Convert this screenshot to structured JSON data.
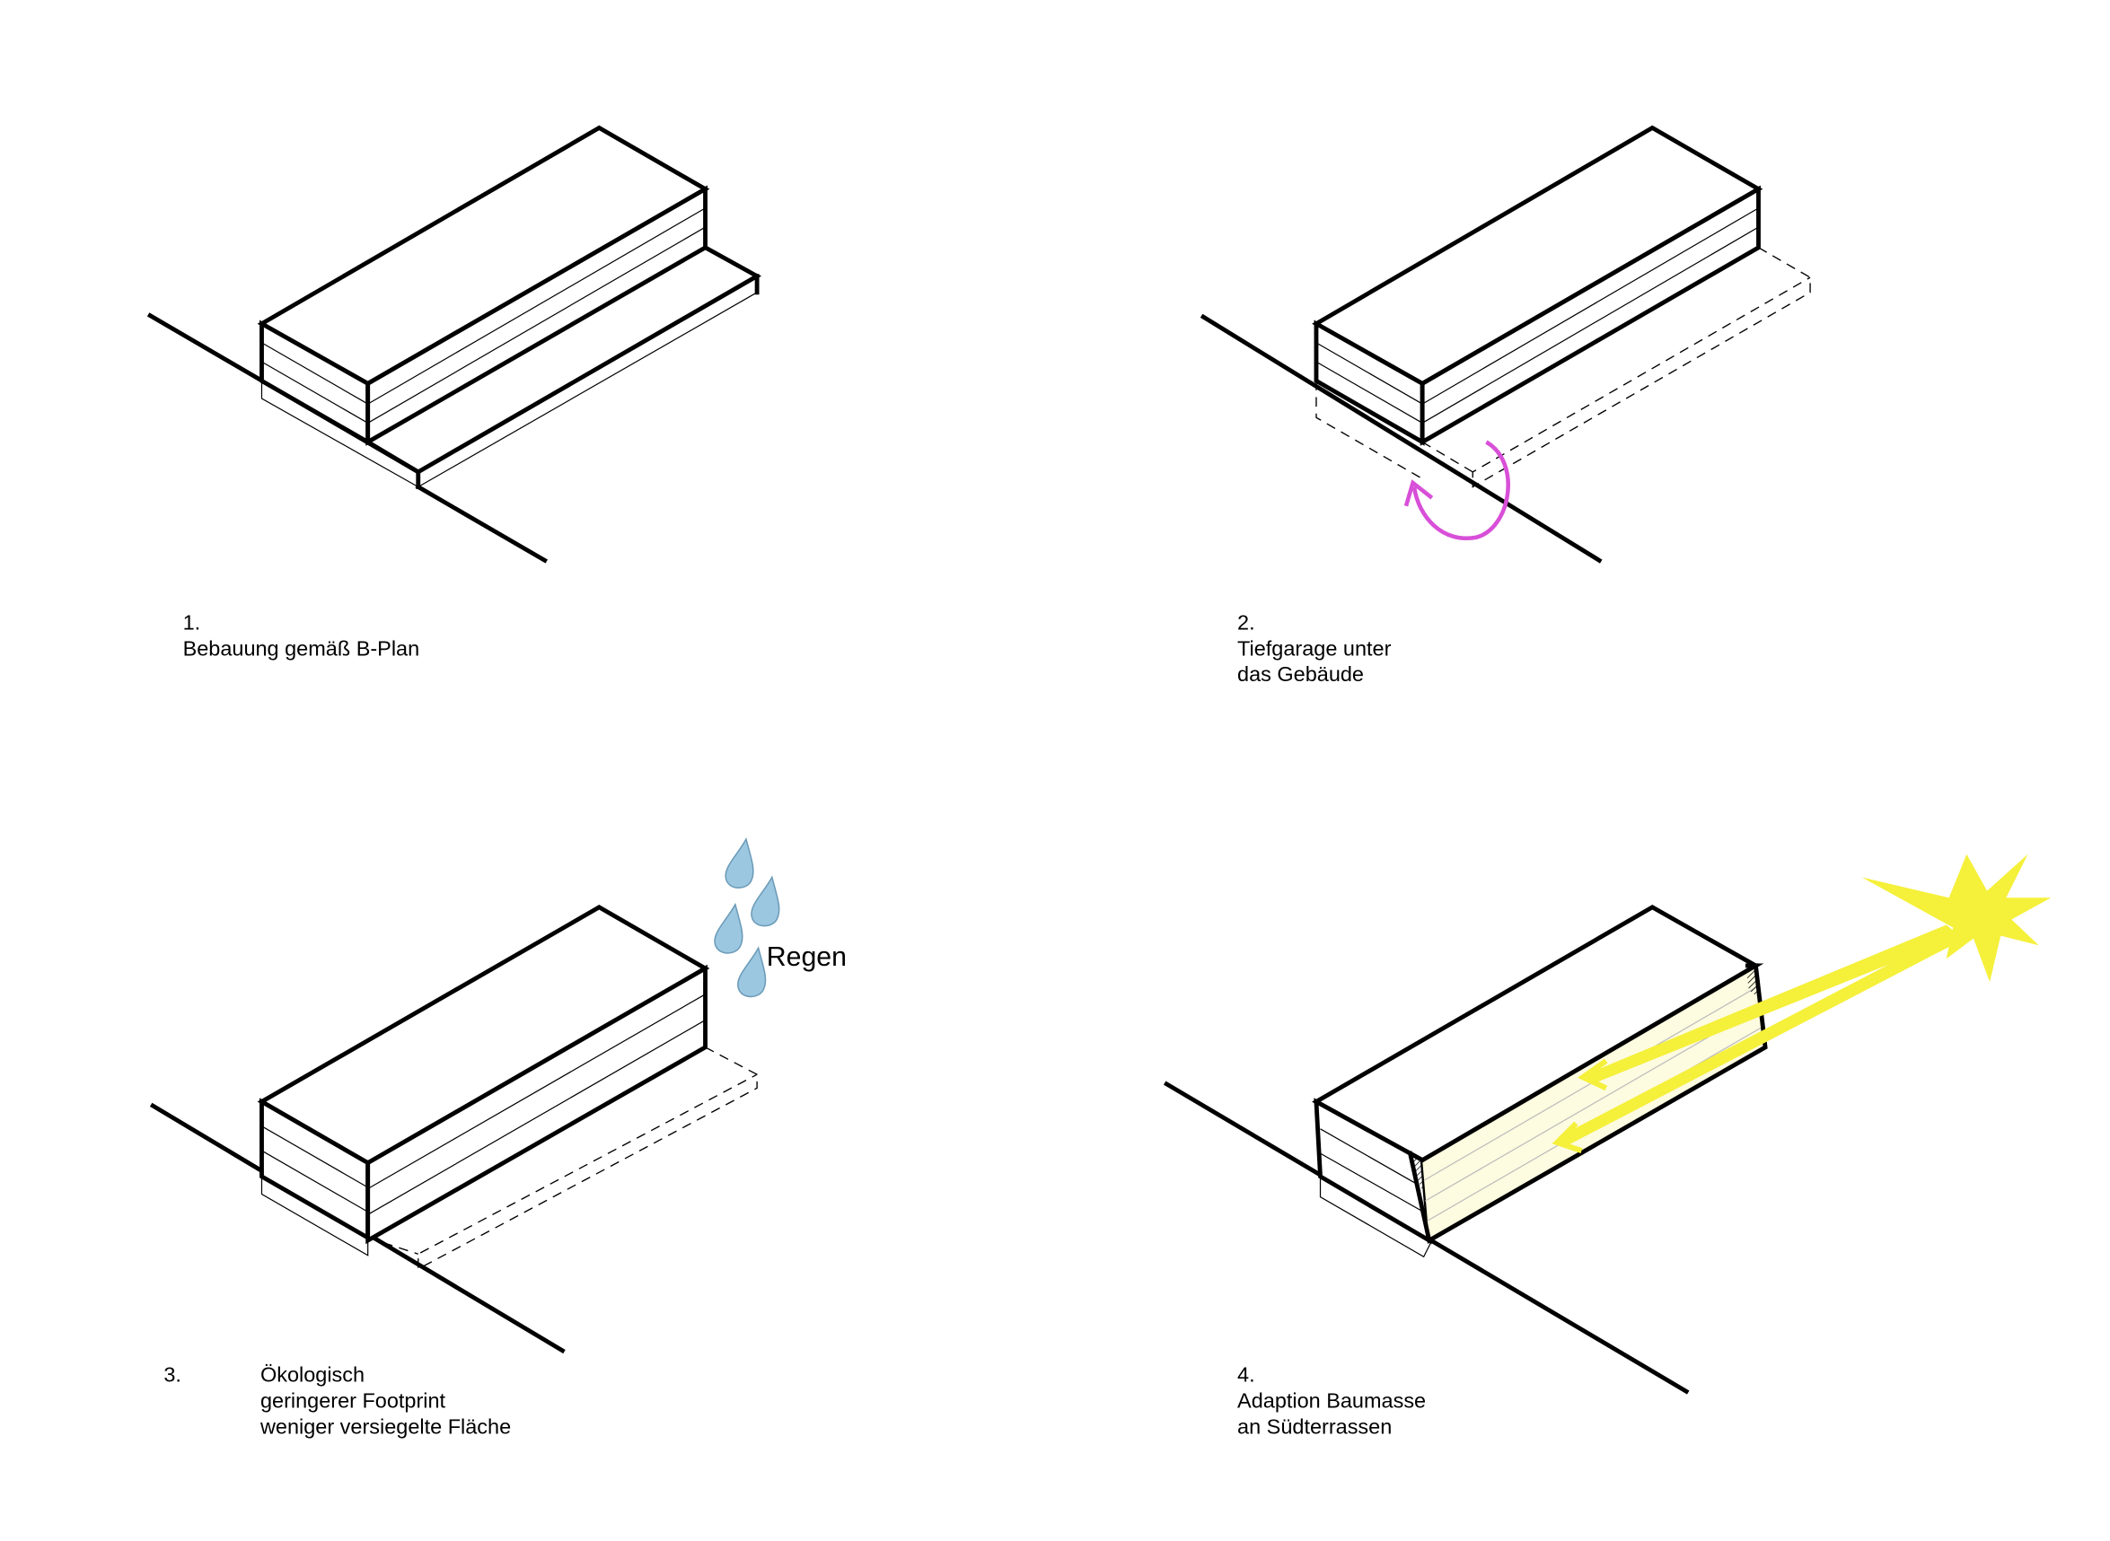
{
  "colors": {
    "line": "#000000",
    "rotation_arrow": "#d84fd8",
    "sun": "#f5f03a",
    "sunlit_facade": "#fdfbe0",
    "rain": "#9cc7e0"
  },
  "panels": [
    {
      "number": "1.",
      "lines": [
        "Bebauung gemäß B-Plan"
      ]
    },
    {
      "number": "2.",
      "lines": [
        "Tiefgarage unter",
        "das Gebäude"
      ],
      "icon": "rotation-arrow-icon"
    },
    {
      "number": "3.",
      "lines": [
        "Ökologisch",
        "geringerer Footprint",
        "weniger versiegelte Fläche"
      ],
      "annotation": "Regen",
      "icon": "raindrop-icon"
    },
    {
      "number": "4.",
      "lines": [
        "Adaption Baumasse",
        "an Südterrassen"
      ],
      "icon": "sun-icon"
    }
  ]
}
